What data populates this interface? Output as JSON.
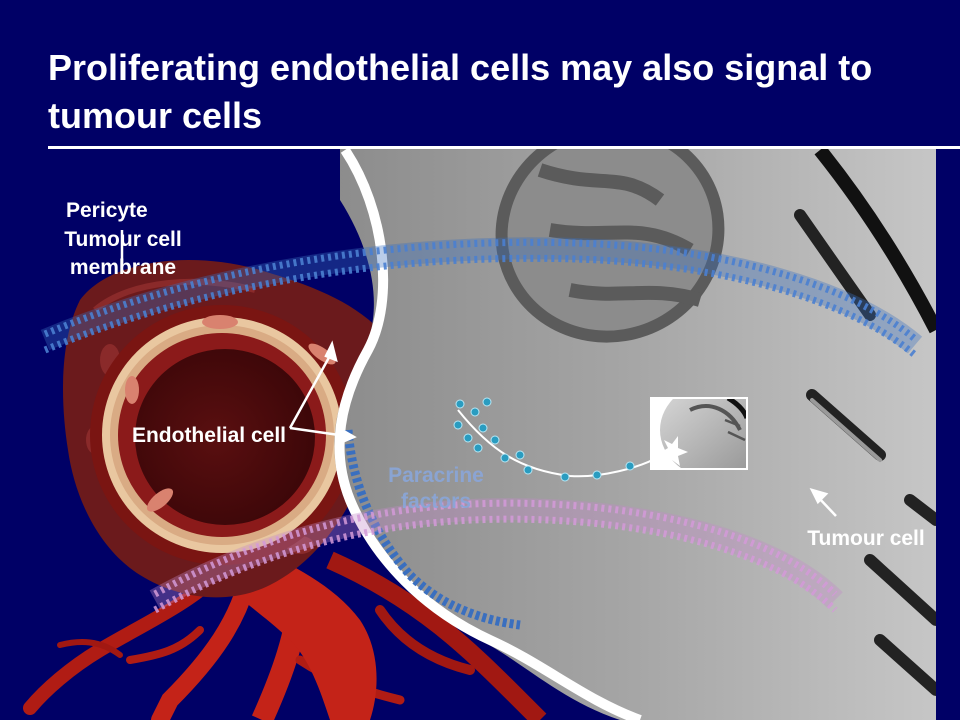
{
  "slide": {
    "title": "Proliferating endothelial cells may also signal to tumour cells"
  },
  "labels": {
    "pericyte": "Pericyte",
    "tumour_cell_membrane": "Tumour cell membrane",
    "endothelial_cell": "Endothelial cell",
    "paracrine_factors": "Paracrine factors",
    "tumour_cell": "Tumour cell"
  },
  "colors": {
    "background": "#000066",
    "membrane_blue": "#3a6fbf",
    "membrane_pink": "#c48ac8",
    "vessel_red": "#8b1a1a",
    "paracrine_dot": "#2a9cc0"
  }
}
